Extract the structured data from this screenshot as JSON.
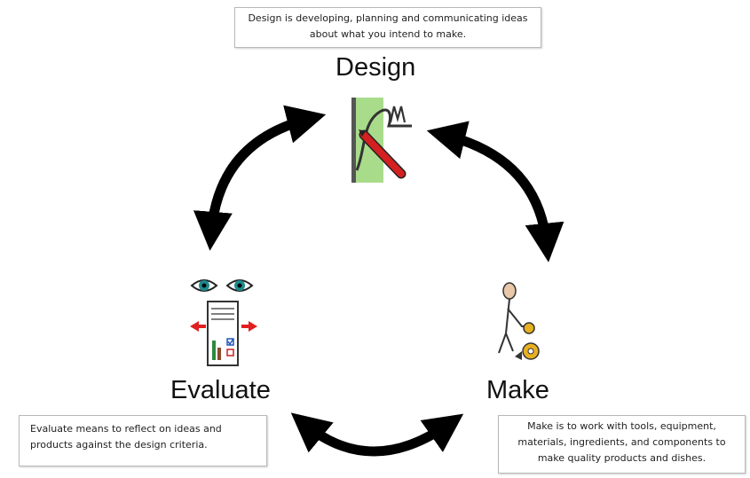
{
  "stages": {
    "design": {
      "title": "Design",
      "description": "Design is developing, planning and communicating ideas about what you intend to make."
    },
    "make": {
      "title": "Make",
      "description": "Make is to work with tools, equipment, materials, ingredients, and components to make quality products and dishes."
    },
    "evaluate": {
      "title": "Evaluate",
      "description": "Evaluate means to reflect on ideas and products against the design criteria."
    }
  },
  "icons": {
    "design": "drawing-pencil-icon",
    "make": "person-making-icon",
    "evaluate": "eyes-document-icon"
  },
  "colors": {
    "arrow": "#000000",
    "pencil": "#d42020",
    "design_green": "#a9dc8a",
    "eye_teal": "#1e8a8f"
  }
}
